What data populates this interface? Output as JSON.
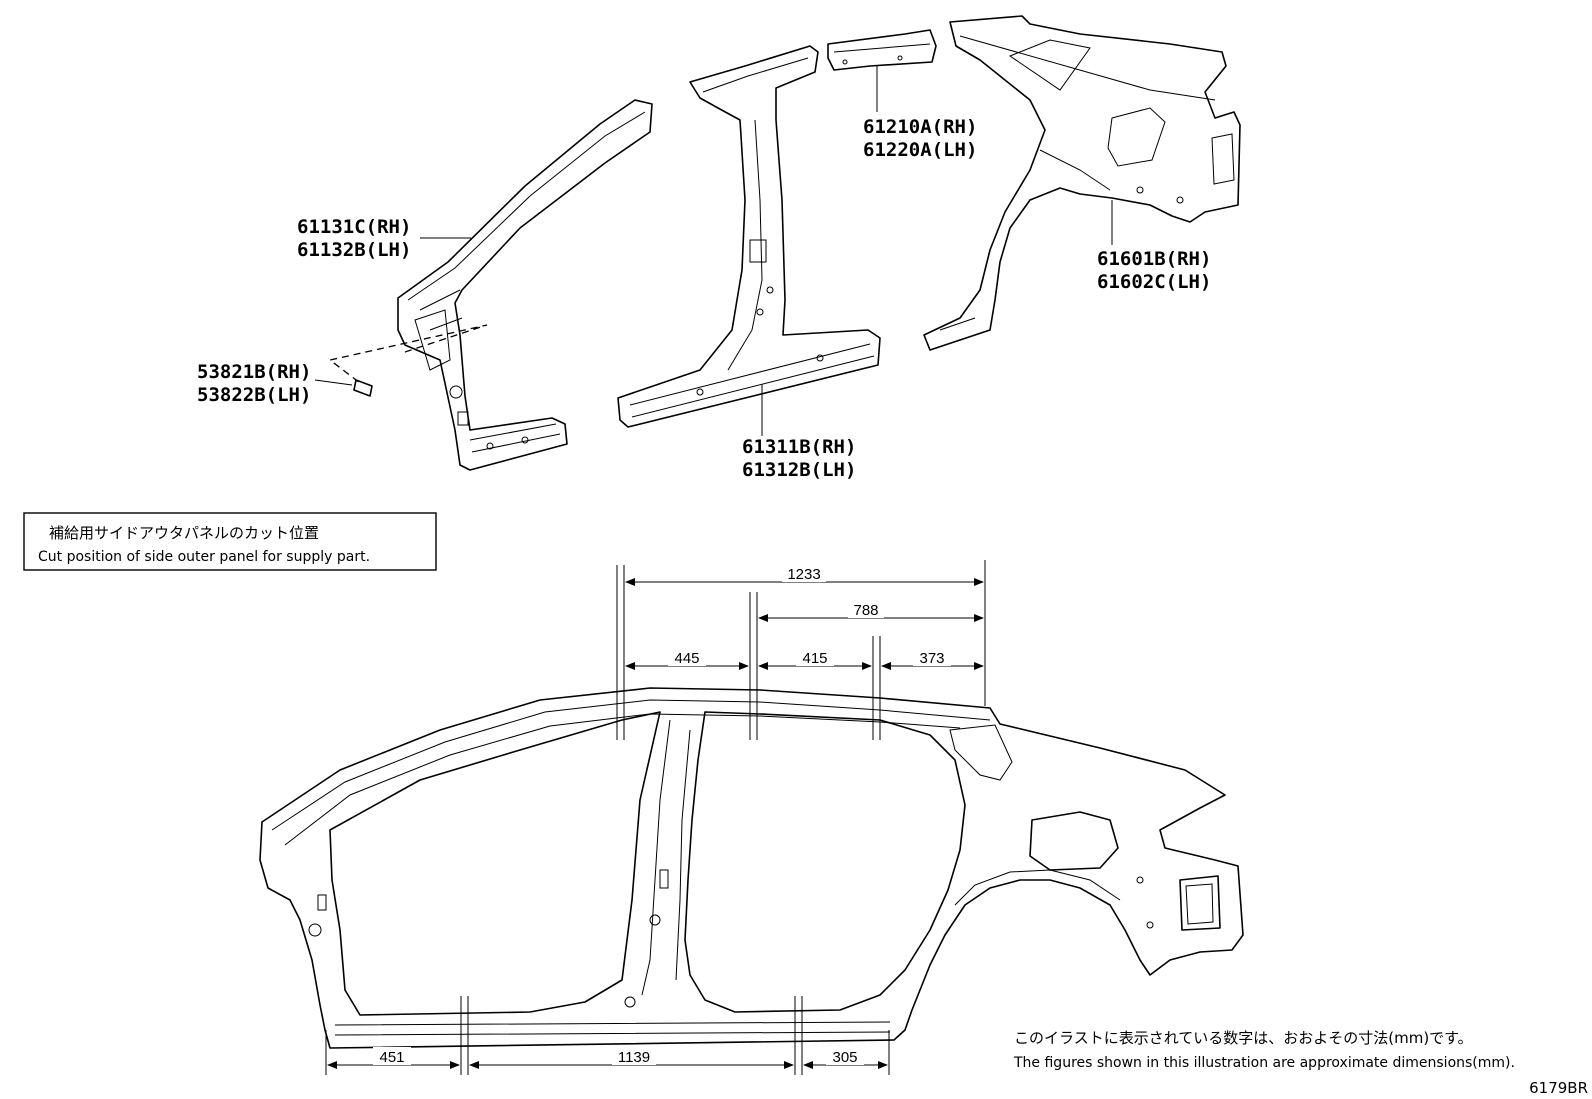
{
  "callouts": {
    "a_pillar": {
      "rh": "61131C(RH)",
      "lh": "61132B(LH)"
    },
    "plug": {
      "rh": "53821B(RH)",
      "lh": "53822B(LH)"
    },
    "b_pillar": {
      "rh": "61311B(RH)",
      "lh": "61312B(LH)"
    },
    "roof_rail": {
      "rh": "61210A(RH)",
      "lh": "61220A(LH)"
    },
    "quarter": {
      "rh": "61601B(RH)",
      "lh": "61602C(LH)"
    }
  },
  "cut_box": {
    "jp": "補給用サイドアウタパネルのカット位置",
    "en": "Cut position of side outer panel for supply part."
  },
  "dimensions": {
    "top": [
      "1233",
      "788",
      "445",
      "415",
      "373"
    ],
    "bottom": [
      "451",
      "1139",
      "305"
    ]
  },
  "footnote": {
    "jp": "このイラストに表示されている数字は、おおよその寸法(mm)です。",
    "en": "The figures shown in this illustration are approximate dimensions(mm)."
  },
  "diagram_code": "6179BR"
}
